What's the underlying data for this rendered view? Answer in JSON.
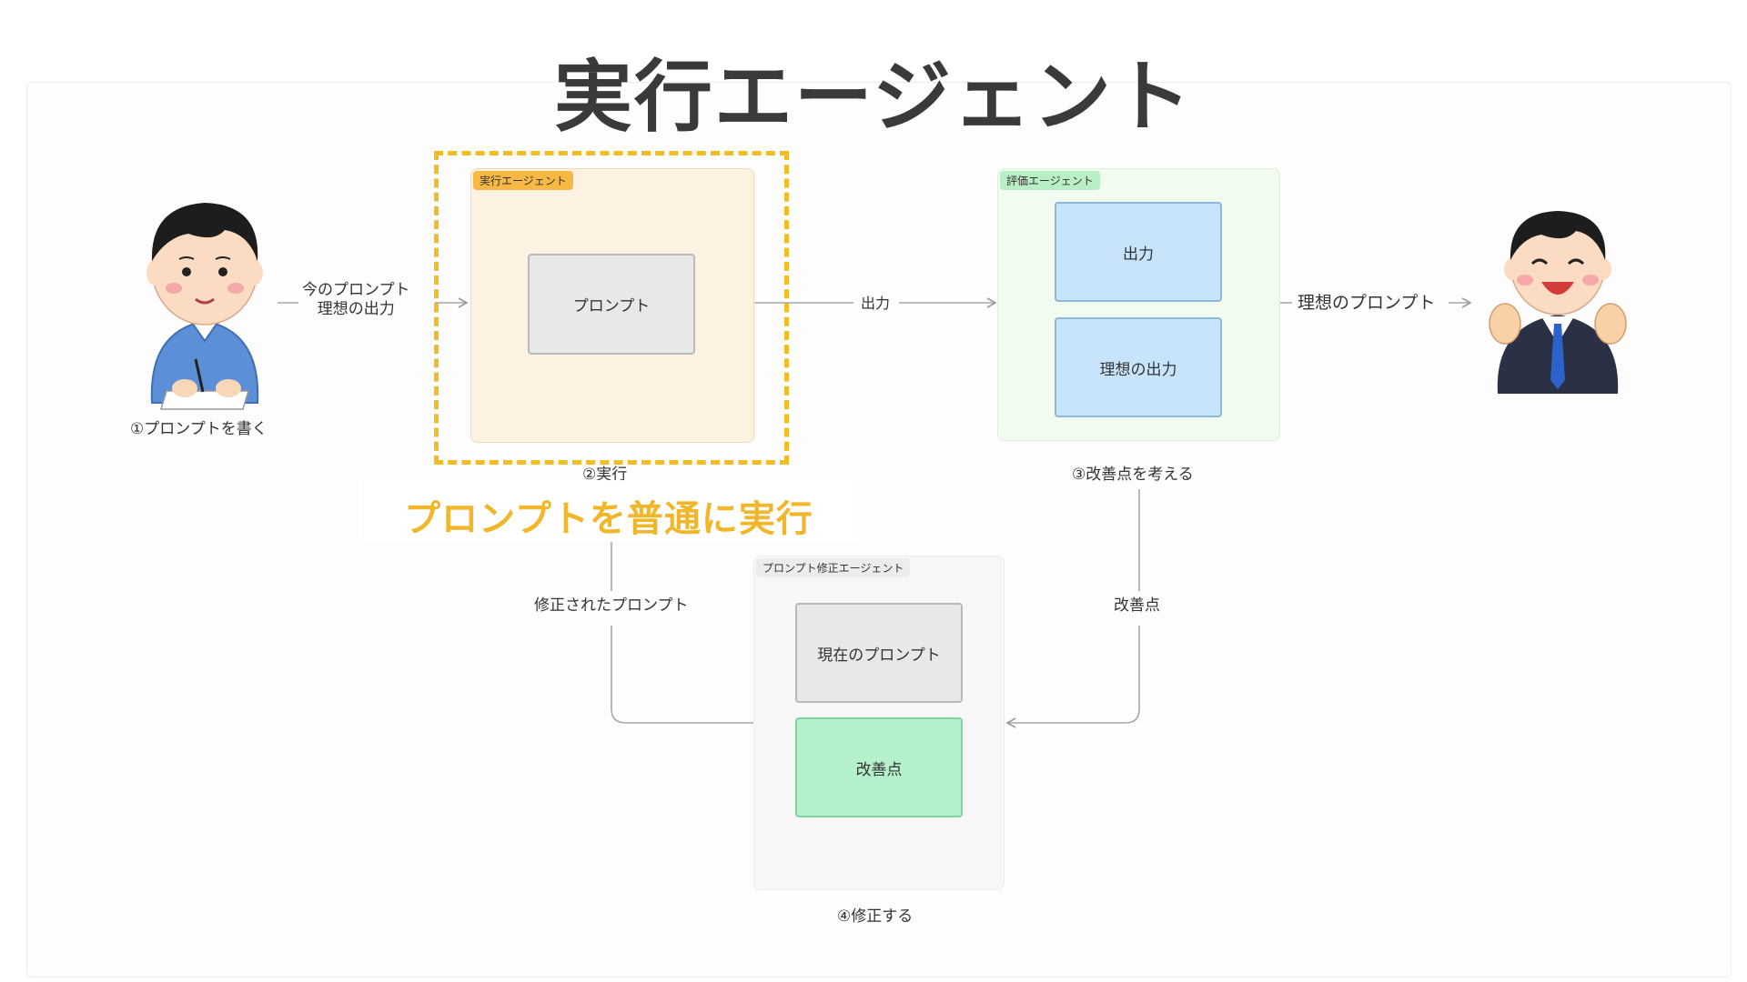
{
  "title": "実行エージェント",
  "user_step_label": "①プロンプトを書く",
  "input_label": [
    "今のプロンプト",
    "理想の出力"
  ],
  "exec_agent": {
    "tag": "実行エージェント",
    "node": "プロンプト",
    "step_label": "②実行"
  },
  "eval_agent": {
    "tag": "評価エージェント",
    "nodes": [
      "出力",
      "理想の出力"
    ],
    "step_label": "③改善点を考える"
  },
  "fix_agent": {
    "tag": "プロンプト修正エージェント",
    "nodes": [
      "現在のプロンプト",
      "改善点"
    ],
    "step_label": "④修正する"
  },
  "edges": {
    "output": "出力",
    "ideal_prompt": "理想のプロンプト",
    "improvements": "改善点",
    "fixed_prompt": "修正されたプロンプト"
  },
  "overlay_caption": "プロンプトを普通に実行",
  "colors": {
    "highlight": "#f1bd22",
    "exec_group_bg": "#fdf1e1",
    "exec_tag_bg": "#f7b844",
    "eval_group_bg": "#f1fbf0",
    "eval_tag_bg": "#b9efc4",
    "blue_node": "#c7e4fb",
    "gray_node": "#e8e8e8",
    "green_node": "#b4f0c9",
    "user_shirt": "#5d8fd6",
    "businessman_suit": "#2a3145"
  }
}
